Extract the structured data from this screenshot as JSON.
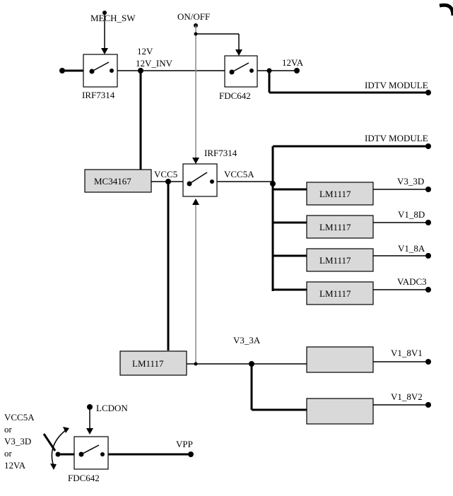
{
  "switches": {
    "sw_main": "IRF7314",
    "sw_12va": "FDC642",
    "sw_vcc5a": "IRF7314",
    "sw_vpp": "FDC642"
  },
  "controls": {
    "mech_sw": "MECH_SW",
    "on_off": "ON/OFF",
    "lcdon": "LCDON"
  },
  "rails": {
    "r12v": "12V",
    "r12v_inv": "12V_INV",
    "r12va": "12VA",
    "vcc5": "VCC5",
    "vcc5a": "VCC5A",
    "v3_3a": "V3_3A",
    "vpp": "VPP"
  },
  "regulators": {
    "mc34167": "MC34167",
    "lm_v3_3a": "LM1117",
    "lm1": "LM1117",
    "lm2": "LM1117",
    "lm3": "LM1117",
    "lm4": "LM1117",
    "blank1": "",
    "blank2": ""
  },
  "outputs": {
    "idtv1": "IDTV MODULE",
    "idtv2": "IDTV MODULE",
    "v3_3d": "V3_3D",
    "v1_8d": "V1_8D",
    "v1_8a": "V1_8A",
    "vadc3": "VADC3",
    "v1_8v1": "V1_8V1",
    "v1_8v2": "V1_8V2"
  },
  "vpp_sources": {
    "line1": "VCC5A",
    "line2": "or",
    "line3": "V3_3D",
    "line4": "or",
    "line5": "12VA"
  }
}
